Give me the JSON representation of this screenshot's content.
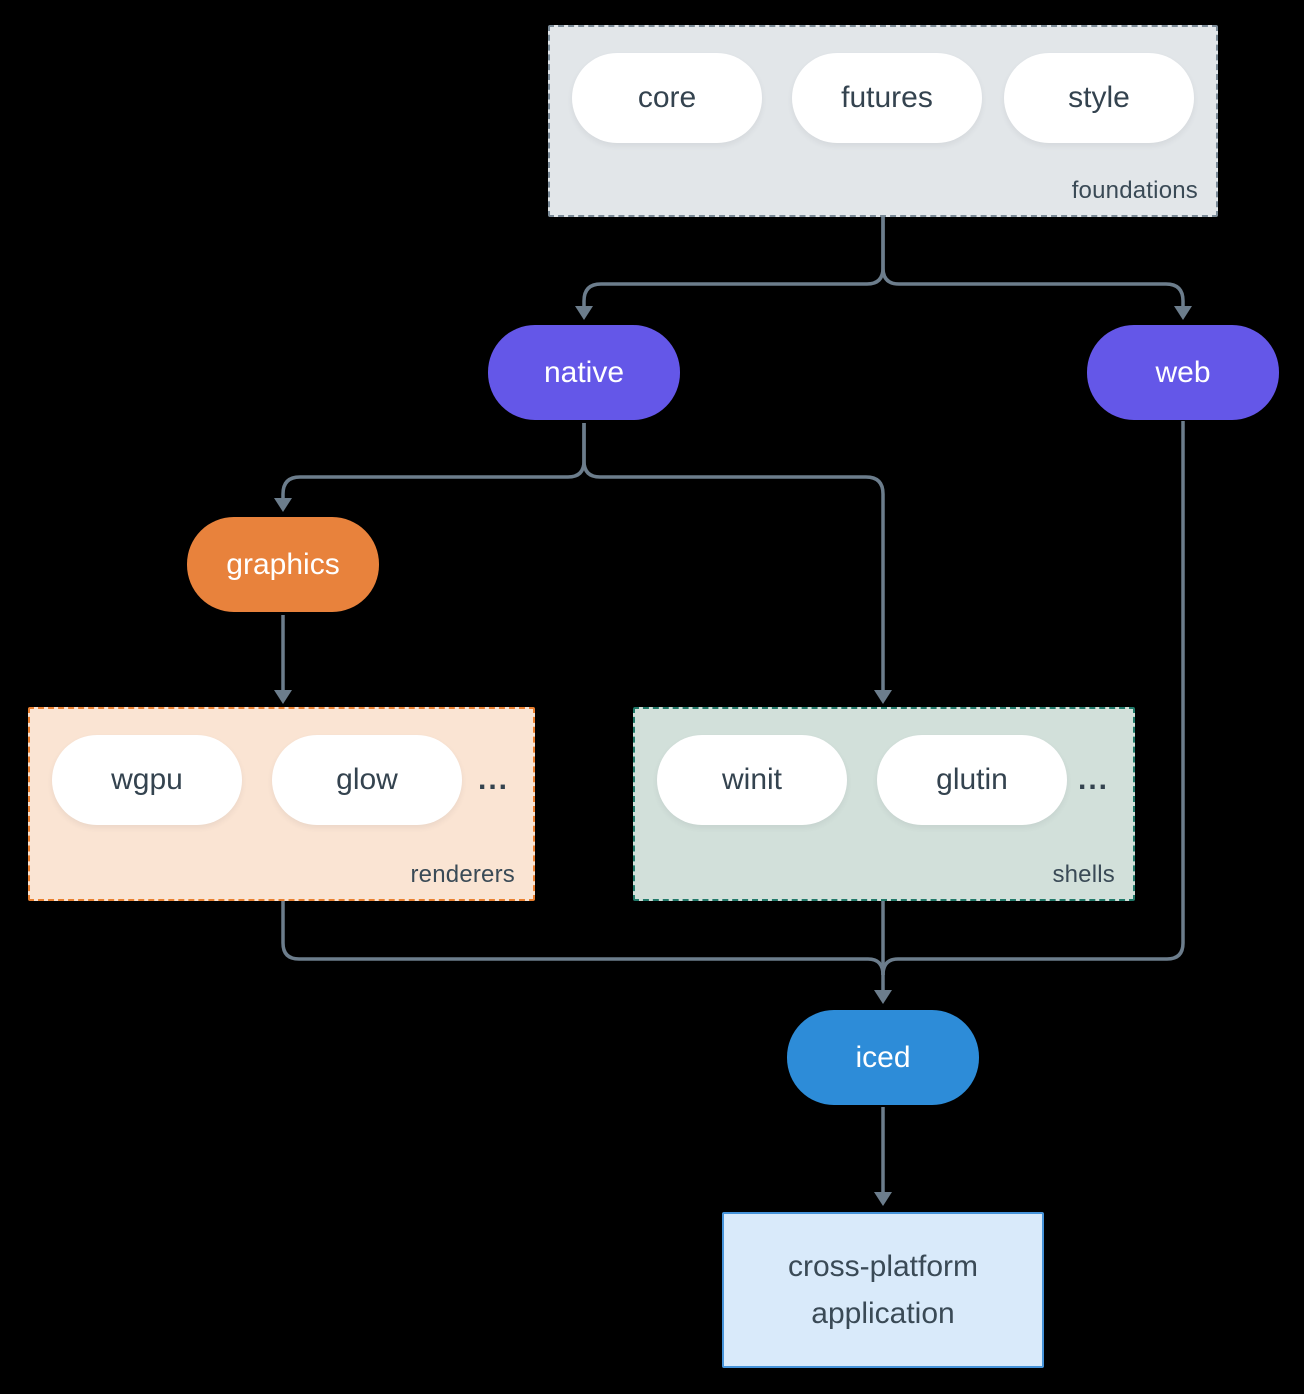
{
  "colors": {
    "background": "#000000",
    "connector": "#6c7d8c",
    "label_text": "#3a4a56",
    "node_purple": "#6457e8",
    "node_orange": "#e8823c",
    "node_blue": "#2d8cd8",
    "pill_white": "#ffffff",
    "foundations_bg": "#e2e6e9",
    "foundations_border": "#7b8b98",
    "renderers_bg": "#fae4d3",
    "renderers_border": "#ea8030",
    "shells_bg": "#d2e0da",
    "shells_border": "#227a6a",
    "app_bg": "#d9eafa",
    "app_border": "#4693d9"
  },
  "groups": {
    "foundations": {
      "label": "foundations",
      "pills": [
        "core",
        "futures",
        "style"
      ]
    },
    "renderers": {
      "label": "renderers",
      "pills": [
        "wgpu",
        "glow"
      ],
      "ellipsis": "..."
    },
    "shells": {
      "label": "shells",
      "pills": [
        "winit",
        "glutin"
      ],
      "ellipsis": "..."
    }
  },
  "nodes": {
    "native": "native",
    "web": "web",
    "graphics": "graphics",
    "iced": "iced",
    "app": {
      "lines": [
        "cross-platform",
        "application"
      ]
    }
  },
  "edges": [
    {
      "from": "foundations",
      "to": "native"
    },
    {
      "from": "foundations",
      "to": "web"
    },
    {
      "from": "native",
      "to": "graphics"
    },
    {
      "from": "native",
      "to": "shells"
    },
    {
      "from": "graphics",
      "to": "renderers"
    },
    {
      "from": "renderers",
      "to": "iced"
    },
    {
      "from": "shells",
      "to": "iced"
    },
    {
      "from": "web",
      "to": "iced"
    },
    {
      "from": "iced",
      "to": "app"
    }
  ]
}
